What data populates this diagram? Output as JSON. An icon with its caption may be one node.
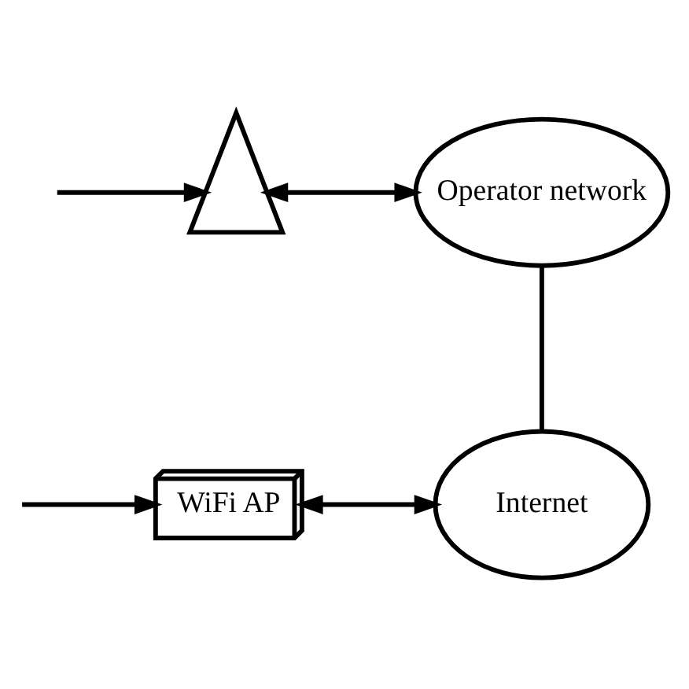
{
  "diagram": {
    "nodes": [
      {
        "text": [],
        "shape": "picture"
      },
      {
        "text": [
          "Operator network"
        ]
      },
      {
        "text": [
          "WiFi AP"
        ]
      },
      {
        "text": [
          "Internet"
        ]
      }
    ],
    "edges": [
      {
        "from": null,
        "to": 0,
        "arrow": "to"
      },
      {
        "from": 0,
        "to": 1,
        "arrow": "both"
      },
      {
        "from": 1,
        "to": 3,
        "arrow": "none"
      },
      {
        "from": null,
        "to": 2,
        "arrow": "to"
      },
      {
        "from": 2,
        "to": 3,
        "arrow": "both"
      }
    ]
  }
}
